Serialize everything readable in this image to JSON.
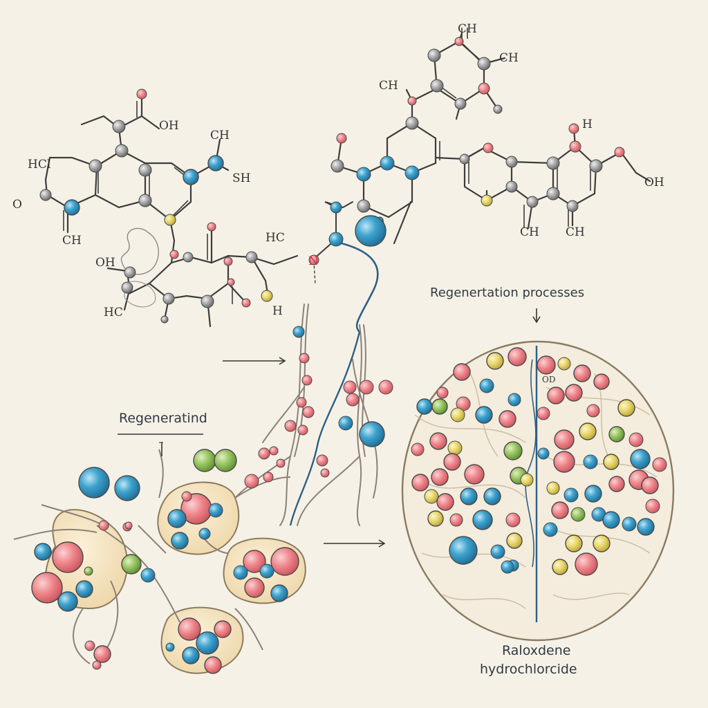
{
  "labels": {
    "regen_processes": "Regenertation processes",
    "regenerating": "Regeneratind",
    "drug_line1": "Raloxdene",
    "drug_line2": "hydrochlorcide"
  },
  "chem_labels": {
    "hcl_left": "HCl",
    "oh_top": "OH",
    "ch_top_mid": "CH",
    "sh": "SH",
    "o_left": "O",
    "ch_left": "CH",
    "oh_mid": "OH",
    "hc_mid": "HC",
    "h_mid": "H",
    "hc_n": "HC",
    "n": "N",
    "ch_top_right": "CH",
    "ch_right1": "CH",
    "ch_far": "CH",
    "h_right": "H",
    "oh_right": "OH",
    "ch_bot1": "CH",
    "ch_bot2": "CH",
    "od": "OD"
  },
  "colors": {
    "background": "#f6f1e6",
    "blue_atom": "#3a9bc8",
    "red_atom": "#ec7f86",
    "green_atom": "#8fbf5a",
    "yellow_atom": "#e6d46a",
    "cell_fill": "#f3e2bf",
    "line": "#444444",
    "vessel": "#2c5f86"
  }
}
